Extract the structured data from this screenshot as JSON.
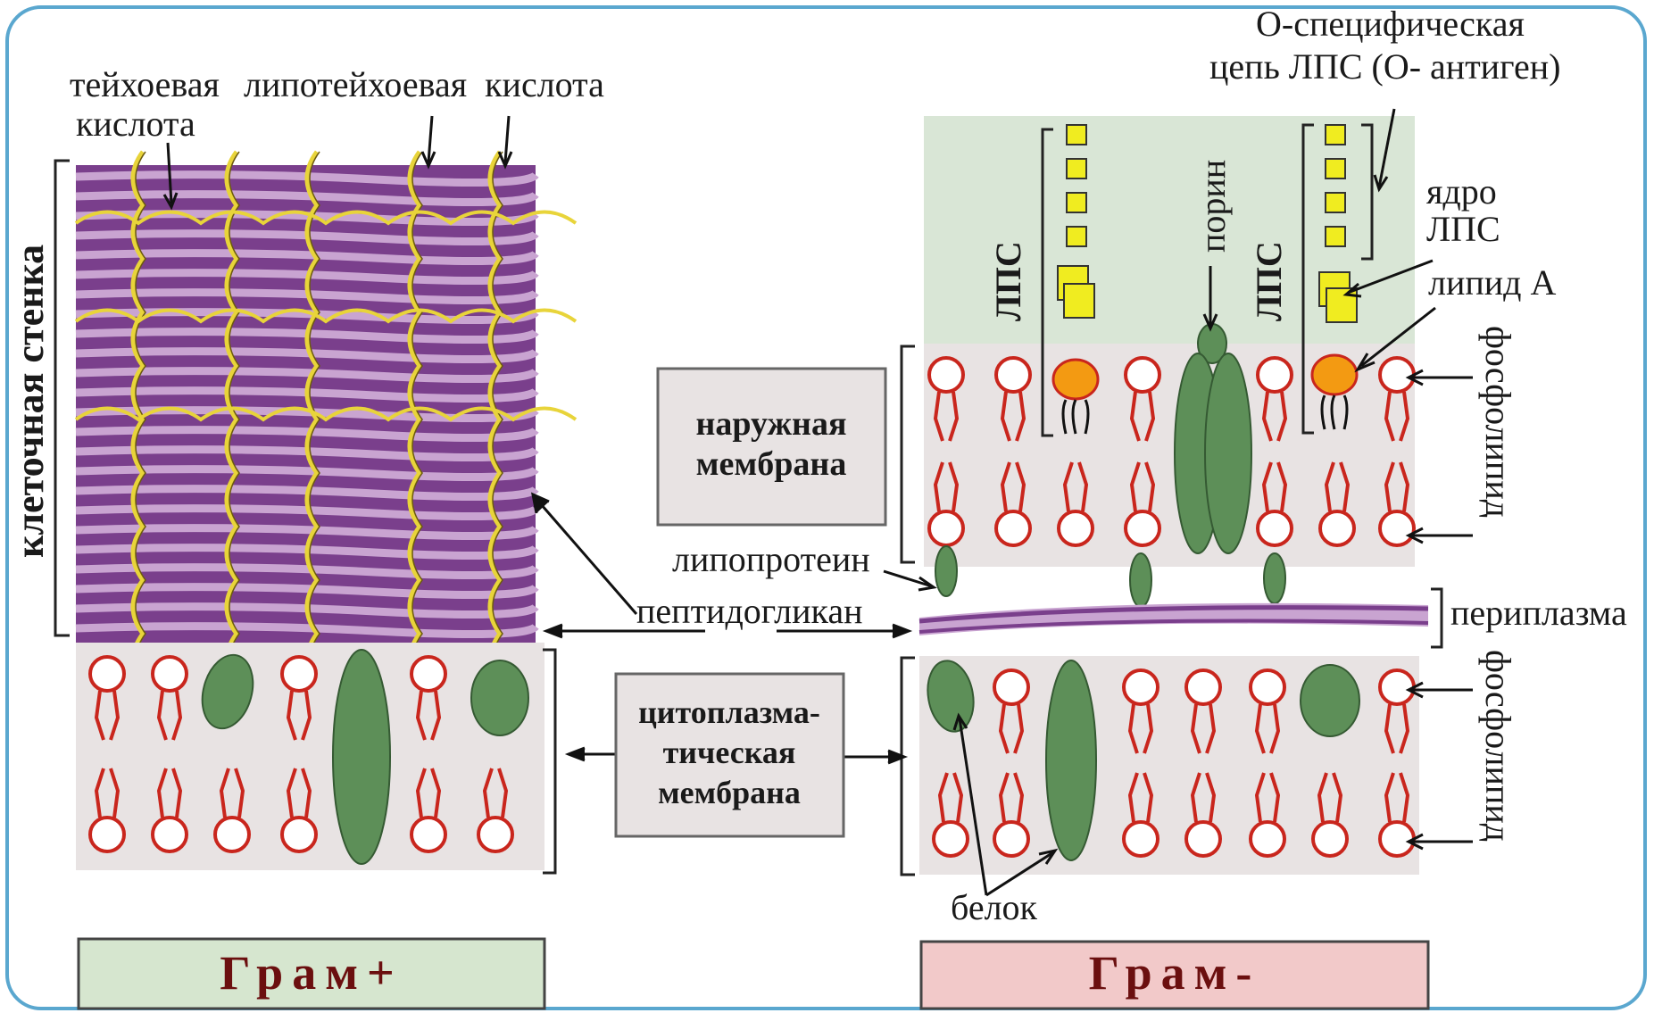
{
  "labels": {
    "teichoic": [
      "тейхоевая",
      "кислота"
    ],
    "lipoteichoic": "липотейхоевая  кислота",
    "cell_wall": "клеточная стенка",
    "o_chain": [
      "О-специфическая",
      "цепь ЛПС (О- антиген)"
    ],
    "lps": "ЛПС",
    "porin": "порин",
    "lps_core": [
      "ядро",
      "ЛПС"
    ],
    "lipid_a": "липид А",
    "phospholipid": "фосфолипид",
    "outer_membrane": [
      "наружная",
      "мембрана"
    ],
    "lipoprotein": "липопротеин",
    "peptidoglycan": "пептидогликан",
    "periplasm": "периплазма",
    "cytoplasmic_membrane": [
      "цитоплазма-",
      "тическая",
      "мембрана"
    ],
    "protein": "белок",
    "gram_positive": "Грам+",
    "gram_negative": "Грам-"
  },
  "colors": {
    "frame_border": "#5aa7cf",
    "wall_purple": "#7a3f8c",
    "wall_light": "#c9a4d1",
    "teichoic_yellow": "#e8d43a",
    "membrane_bg": "#e8e3e3",
    "outer_bg": "#d9e6d6",
    "lipid_red": "#c9261d",
    "protein_green": "#5d8f58",
    "lps_yellow": "#f0ec20",
    "lipid_a_orange": "#f39a12",
    "gram_pos_fill": "#d6e6cf",
    "gram_neg_fill": "#f2c9c9",
    "label_text": "#1a1a1a",
    "gram_text": "#6b0f0f"
  }
}
